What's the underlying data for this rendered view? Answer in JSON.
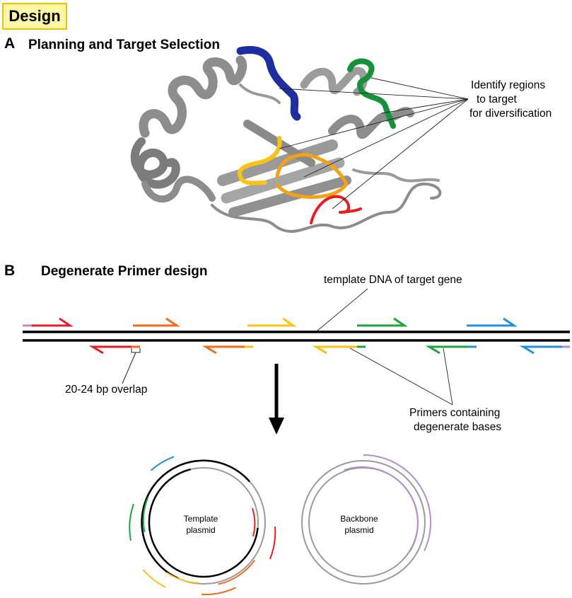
{
  "header": {
    "badge": "Design"
  },
  "panel_a": {
    "letter": "A",
    "title": "Planning and Target Selection",
    "annotation": [
      "Identify regions",
      "to target",
      "for diversification"
    ]
  },
  "panel_b": {
    "letter": "B",
    "title": "Degenerate Primer design",
    "template_label": "template DNA of target gene",
    "overlap_label": "20-24 bp overlap",
    "primers_label": [
      "Primers containing",
      "degenerate bases"
    ]
  },
  "plasmids": {
    "template": [
      "Template",
      "plasmid"
    ],
    "backbone": [
      "Backbone",
      "plasmid"
    ]
  },
  "colors": {
    "red": "#e31e25",
    "orange": "#f26b22",
    "yellow": "#f8c316",
    "green": "#1fa33a",
    "blue": "#2291d9",
    "purple": "#b38fc6",
    "protein_gray": "#8d8d8d",
    "helix_blue": "#1f2e9e",
    "helix_green": "#17913a",
    "badge_fill": "#fff6a6",
    "badge_border": "#e8c400"
  }
}
